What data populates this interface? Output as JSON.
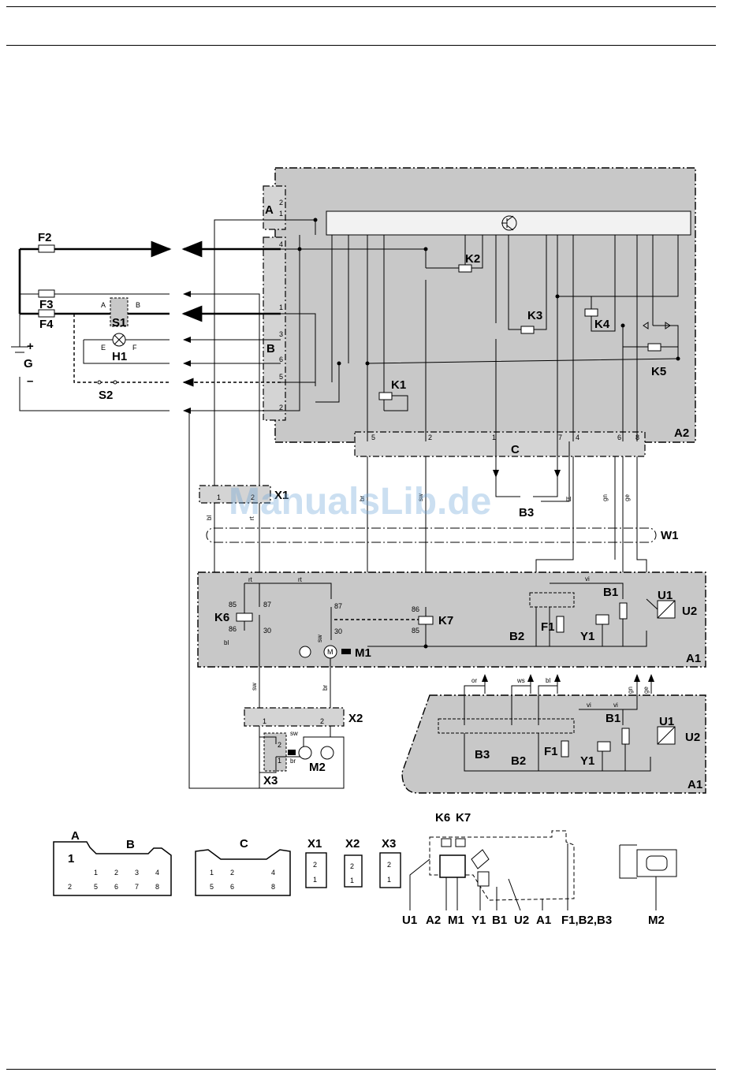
{
  "components": {
    "fuses": [
      "F2",
      "F3",
      "F4"
    ],
    "switch_S1": "S1",
    "lamp_H1": "H1",
    "switch_S2": "S2",
    "battery_G": "G",
    "battery_plus": "+",
    "battery_minus": "–",
    "S1_pins": [
      "A",
      "B"
    ],
    "H1_pins": [
      "E",
      "F"
    ],
    "relays_A2": [
      "K1",
      "K2",
      "K3",
      "K4",
      "K5"
    ],
    "module_A2": "A2",
    "module_A1": "A1",
    "connector_A": "A",
    "connector_B": "B",
    "connector_C": "C",
    "connector_X1": "X1",
    "connector_X2": "X2",
    "connector_X3": "X3",
    "harness_W1": "W1",
    "sensor_B3": "B3",
    "relay_K6": "K6",
    "relay_K7": "K7",
    "motor_M1": "M1",
    "pump_M2": "M2",
    "A1_parts": [
      "B1",
      "U1",
      "U2",
      "B2",
      "F1",
      "Y1"
    ],
    "A1_alt_parts": [
      "B1",
      "U1",
      "U2",
      "B3",
      "B2",
      "F1",
      "Y1"
    ]
  },
  "pins": {
    "A": [
      "2",
      "1"
    ],
    "B": [
      "4",
      "1",
      "3",
      "6",
      "5",
      "2"
    ],
    "C": [
      "5",
      "2",
      "1",
      "7",
      "4",
      "6",
      "8"
    ],
    "X1": [
      "1",
      "2"
    ],
    "X2": [
      "1",
      "2"
    ],
    "X3": [
      "2",
      "1"
    ],
    "K6": [
      "85",
      "87",
      "86",
      "30"
    ],
    "K7_sw": [
      "87",
      "30"
    ],
    "K7_coil": [
      "86",
      "85"
    ]
  },
  "wire_colors": {
    "C5": "br",
    "C2": "sw",
    "B3": "bl",
    "C6": "gn",
    "C8": "ge",
    "X1_1": "bl",
    "X1_2": "rt",
    "K6_top": "rt",
    "K6_bridge": "rt",
    "K6_coil": "bl",
    "K6_out": "sw",
    "M1_out": "br",
    "M1_mid": "sw",
    "A1_vi": "vi",
    "X3_sw": "sw",
    "X3_br": "br",
    "A1alt_or": "or",
    "A1alt_ws": "ws",
    "A1alt_bl": "bl",
    "A1alt_gn": "gn",
    "A1alt_ge": "ge",
    "A1alt_vi1": "vi",
    "A1alt_vi2": "vi"
  },
  "connector_views": {
    "A_label": "A",
    "B_label": "B",
    "C_label": "C",
    "A_pins": [
      "1",
      "2"
    ],
    "B_pins": [
      "1",
      "2",
      "3",
      "4",
      "5",
      "6",
      "7",
      "8"
    ],
    "C_pins": [
      "1",
      "2",
      "4",
      "5",
      "6",
      "8"
    ],
    "X1": "X1",
    "X2": "X2",
    "X3": "X3",
    "X_pins": [
      "2",
      "1"
    ]
  },
  "location_view": {
    "top_labels": [
      "K6",
      "K7"
    ],
    "bottom_labels": [
      "U1",
      "A2",
      "M1",
      "Y1",
      "B1",
      "U2",
      "A1",
      "F1,B2,B3",
      "M2"
    ]
  },
  "watermark": "ManualsLib.de"
}
